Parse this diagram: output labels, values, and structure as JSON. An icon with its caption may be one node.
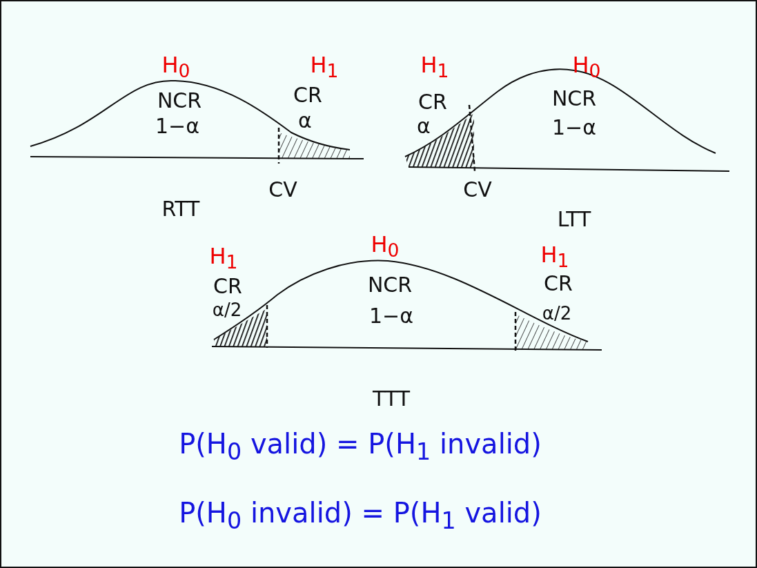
{
  "diagram": {
    "labels": [
      "H$_{0}$",
      "NCR",
      "1−α",
      "H$_{1}$",
      "CR",
      "α",
      "CV",
      "RTT",
      "H$_{1}$",
      "CR",
      "α",
      "H$_{0}$",
      "NCR",
      "1−α",
      "CV",
      "LTT",
      "H$_{1}$",
      "CR",
      "α/2",
      "H$_{0}$",
      "NCR",
      "1−α",
      "H$_{1}$",
      "CR",
      "α/2",
      "TTT",
      "P(H$_{0}$ valid) = P(H$_{1}$ invalid)",
      "P(H$_{0}$ invalid) = P(H$_{1}$ valid)"
    ]
  }
}
